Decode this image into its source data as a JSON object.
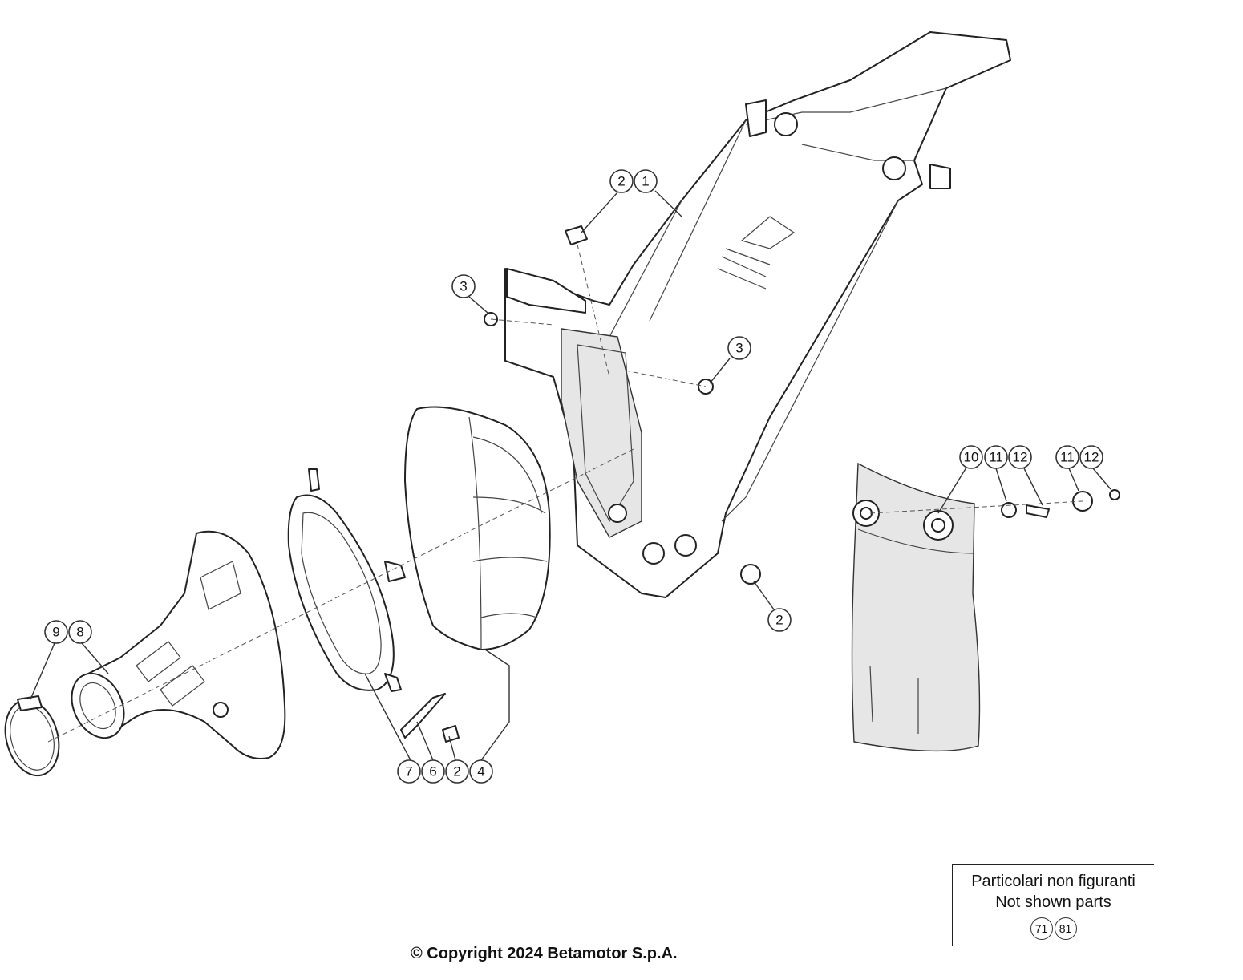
{
  "callouts": [
    {
      "id": "c2a",
      "label": "2"
    },
    {
      "id": "c1",
      "label": "1"
    },
    {
      "id": "c3a",
      "label": "3"
    },
    {
      "id": "c3b",
      "label": "3"
    },
    {
      "id": "c10",
      "label": "10"
    },
    {
      "id": "c11a",
      "label": "11"
    },
    {
      "id": "c12a",
      "label": "12"
    },
    {
      "id": "c11b",
      "label": "11"
    },
    {
      "id": "c12b",
      "label": "12"
    },
    {
      "id": "c2b",
      "label": "2"
    },
    {
      "id": "c9",
      "label": "9"
    },
    {
      "id": "c8",
      "label": "8"
    },
    {
      "id": "c7",
      "label": "7"
    },
    {
      "id": "c6",
      "label": "6"
    },
    {
      "id": "c2c",
      "label": "2"
    },
    {
      "id": "c4",
      "label": "4"
    }
  ],
  "not_shown": {
    "line1": "Particolari non figuranti",
    "line2": "Not shown parts",
    "refs": [
      "71",
      "81"
    ]
  },
  "copyright": "© Copyright 2024 Betamotor S.p.A."
}
